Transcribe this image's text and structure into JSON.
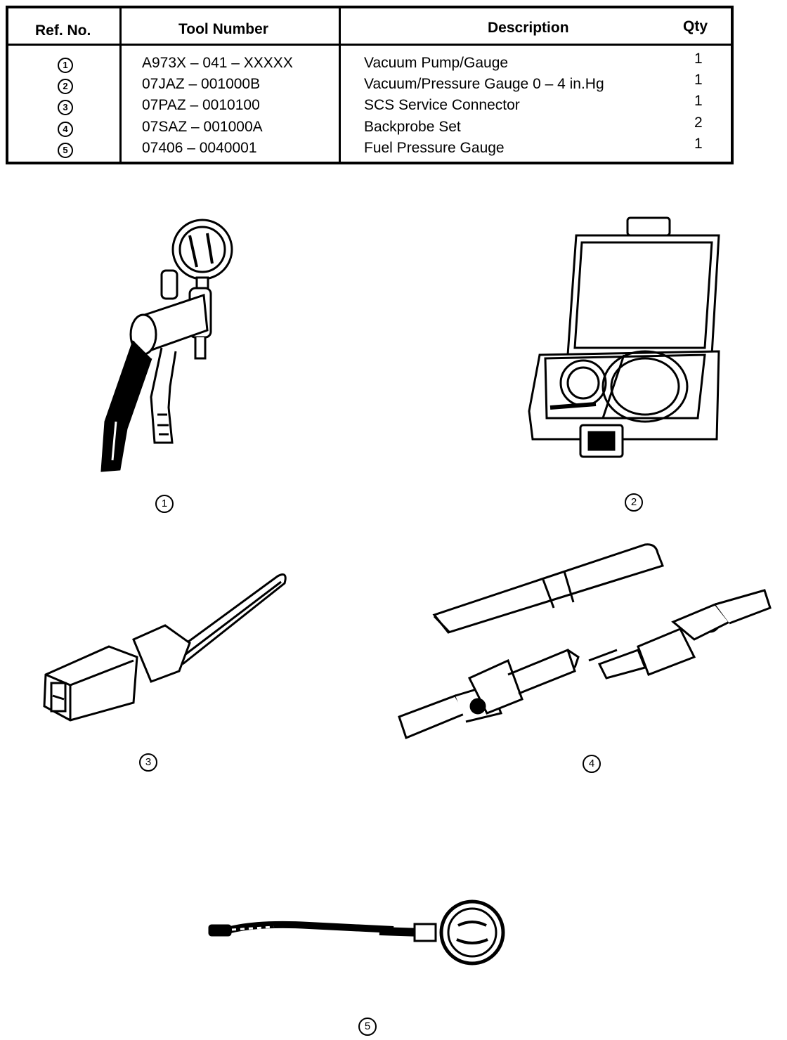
{
  "table": {
    "headers": {
      "ref": "Ref. No.",
      "tool": "Tool Number",
      "desc": "Description",
      "qty": "Qty"
    },
    "rows": [
      {
        "ref": "1",
        "tool": "A973X – 041 – XXXXX",
        "desc": "Vacuum Pump/Gauge",
        "qty": "1"
      },
      {
        "ref": "2",
        "tool": "07JAZ – 001000B",
        "desc": "Vacuum/Pressure Gauge 0 – 4 in.Hg",
        "qty": "1"
      },
      {
        "ref": "3",
        "tool": "07PAZ – 0010100",
        "desc": "SCS Service Connector",
        "qty": "1"
      },
      {
        "ref": "4",
        "tool": "07SAZ – 001000A",
        "desc": "Backprobe Set",
        "qty": "2"
      },
      {
        "ref": "5",
        "tool": "07406 – 0040001",
        "desc": "Fuel Pressure Gauge",
        "qty": "1"
      }
    ]
  },
  "figures": [
    {
      "label": "1"
    },
    {
      "label": "2"
    },
    {
      "label": "3"
    },
    {
      "label": "4"
    },
    {
      "label": "5"
    }
  ]
}
